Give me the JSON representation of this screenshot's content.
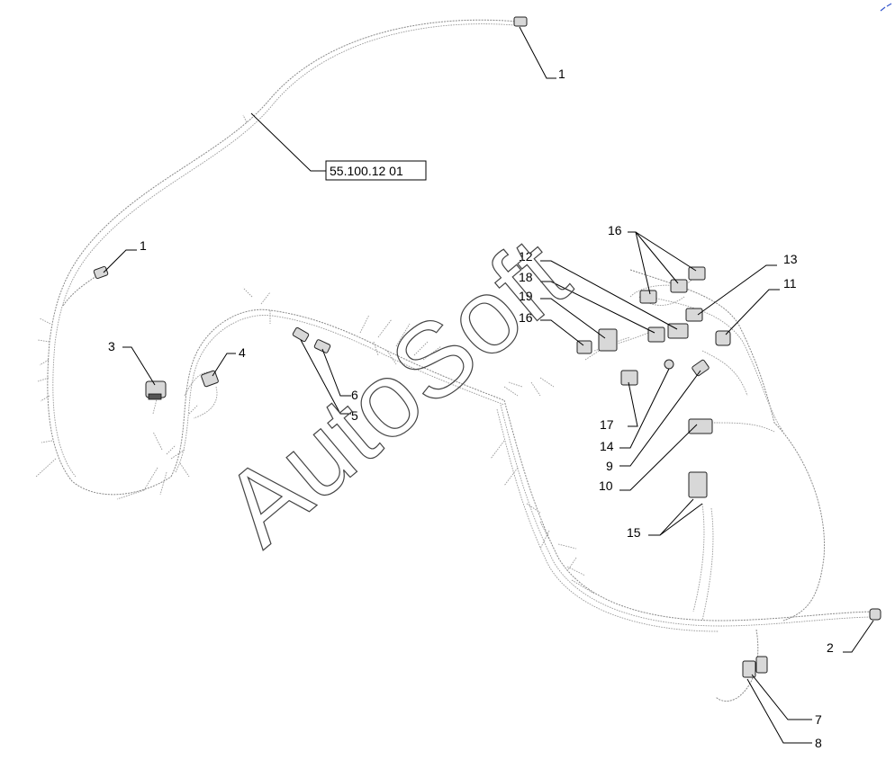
{
  "reference_label": "55.100.12 01",
  "watermark": "AutoSoft",
  "callouts": [
    {
      "id": "c1a",
      "text": "1"
    },
    {
      "id": "c1b",
      "text": "1"
    },
    {
      "id": "c2",
      "text": "2"
    },
    {
      "id": "c3",
      "text": "3"
    },
    {
      "id": "c4",
      "text": "4"
    },
    {
      "id": "c5",
      "text": "5"
    },
    {
      "id": "c6",
      "text": "6"
    },
    {
      "id": "c7",
      "text": "7"
    },
    {
      "id": "c8",
      "text": "8"
    },
    {
      "id": "c9",
      "text": "9"
    },
    {
      "id": "c10",
      "text": "10"
    },
    {
      "id": "c11",
      "text": "11"
    },
    {
      "id": "c12",
      "text": "12"
    },
    {
      "id": "c13",
      "text": "13"
    },
    {
      "id": "c14",
      "text": "14"
    },
    {
      "id": "c15",
      "text": "15"
    },
    {
      "id": "c16a",
      "text": "16"
    },
    {
      "id": "c16b",
      "text": "16"
    },
    {
      "id": "c17",
      "text": "17"
    },
    {
      "id": "c18",
      "text": "18"
    },
    {
      "id": "c19",
      "text": "19"
    }
  ]
}
